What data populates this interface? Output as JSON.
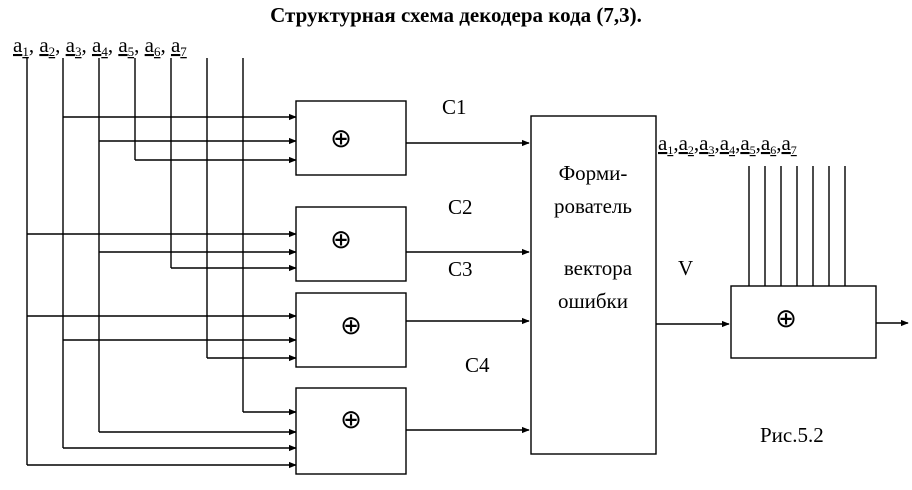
{
  "title": "Структурная схема декодера кода (7,3).",
  "inputs_label": [
    "a1",
    "a2",
    "a3",
    "a4",
    "a5",
    "a6",
    "a7"
  ],
  "outputs_label": [
    "a1",
    "a2",
    "a3",
    "a4",
    "a5",
    "a6",
    "a7"
  ],
  "xor_symbol": "⊕",
  "syndromes": [
    "C1",
    "C2",
    "C3",
    "C4"
  ],
  "former_lines": [
    "Форми-",
    "рователь",
    "вектора",
    "ошибки"
  ],
  "v_label": "V",
  "figure_caption": "Рис.5.2"
}
